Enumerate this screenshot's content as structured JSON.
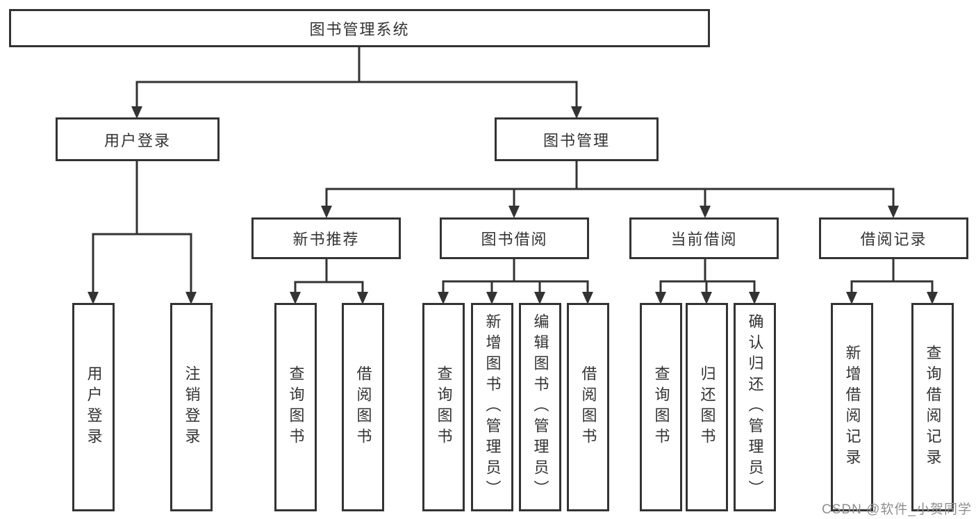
{
  "diagram": {
    "root": {
      "label": "图书管理系统"
    },
    "level2": [
      {
        "label": "用户登录"
      },
      {
        "label": "图书管理"
      }
    ],
    "level3": [
      {
        "label": "新书推荐"
      },
      {
        "label": "图书借阅"
      },
      {
        "label": "当前借阅"
      },
      {
        "label": "借阅记录"
      }
    ],
    "leaves": {
      "user_login": [
        "用户登录",
        "注销登录"
      ],
      "new_books": [
        "查询图书",
        "借阅图书"
      ],
      "book_borrow": [
        "查询图书",
        "新增图书（管理员）",
        "编辑图书（管理员）",
        "借阅图书"
      ],
      "current_borrow": [
        "查询图书",
        "归还图书",
        "确认归还（管理员）"
      ],
      "borrow_records": [
        "新增借阅记录",
        "查询借阅记录"
      ]
    }
  },
  "watermark": {
    "text": "CSDN @软件_小贺同学"
  },
  "colors": {
    "line": "#333333",
    "text": "#333333",
    "background": "#ffffff",
    "watermark": "#8f8f8f"
  }
}
